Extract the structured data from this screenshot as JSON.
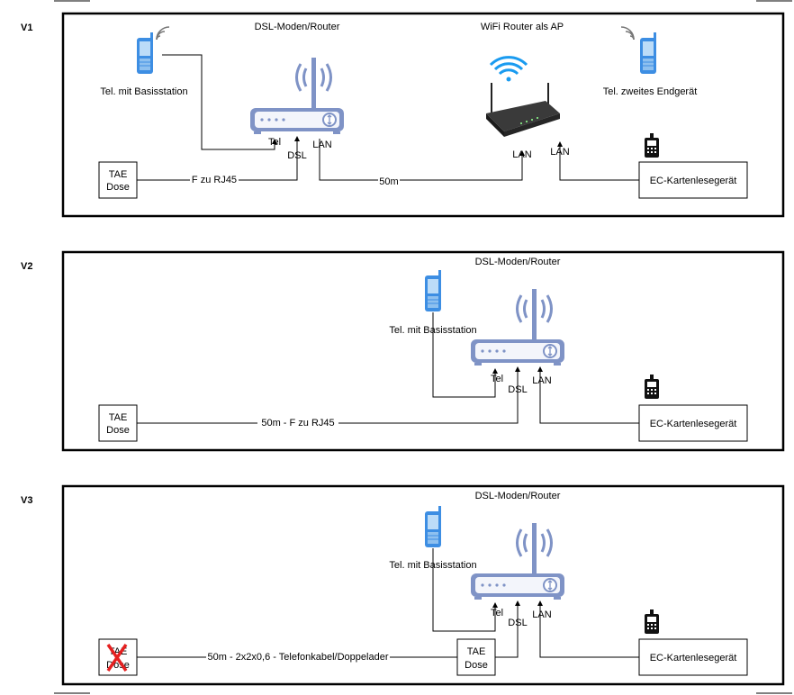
{
  "variants": [
    {
      "id": "V1",
      "router_label": "DSL-Moden/Router",
      "ap_label": "WiFi Router als AP",
      "phone_label": "Tel. mit Basisstation",
      "phone2_label": "Tel. zweites Endgerät",
      "tae_line1": "TAE",
      "tae_line2": "Dose",
      "port_tel": "Tel",
      "port_dsl": "DSL",
      "port_lan": "LAN",
      "ap_lan_a": "LAN",
      "ap_lan_b": "LAN",
      "cable_tae": "F zu RJ45",
      "cable_lan": "50m",
      "terminal_label": "EC-Kartenlesegerät"
    },
    {
      "id": "V2",
      "router_label": "DSL-Moden/Router",
      "phone_label": "Tel. mit Basisstation",
      "tae_line1": "TAE",
      "tae_line2": "Dose",
      "port_tel": "Tel",
      "port_dsl": "DSL",
      "port_lan": "LAN",
      "cable_tae": "50m - F zu RJ45",
      "terminal_label": "EC-Kartenlesegerät"
    },
    {
      "id": "V3",
      "router_label": "DSL-Moden/Router",
      "phone_label": "Tel. mit Basisstation",
      "tae_far_line1": "TAE",
      "tae_far_line2": "Dose",
      "tae_near_line1": "TAE",
      "tae_near_line2": "Dose",
      "port_tel": "Tel",
      "port_dsl": "DSL",
      "port_lan": "LAN",
      "cable_tae": "50m - 2x2x0,6 - Telefonkabel/Doppelader",
      "terminal_label": "EC-Kartenlesegerät"
    }
  ],
  "icons": {
    "router": "router-icon",
    "wifi_router": "wifi-router-icon",
    "phone": "cordless-phone-icon",
    "card_reader": "card-reader-icon",
    "removed": "removed-x-icon"
  },
  "colors": {
    "router_blue": "#7f93c6",
    "phone_blue": "#3d8ee3",
    "wifi_blue": "#1a9bf0",
    "removed_red": "#e52020"
  }
}
